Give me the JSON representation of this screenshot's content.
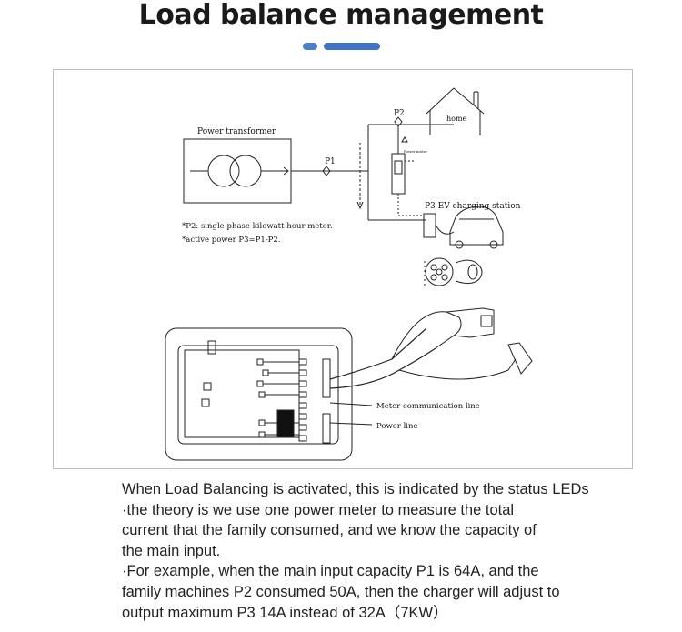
{
  "header": {
    "title": "Load balance management",
    "accent_color": "#3f73c8"
  },
  "diagram": {
    "transformer_label": "Power transformer",
    "p1_label": "P1",
    "p2_label": "P2",
    "home_label": "home",
    "meter_small_label": "Power meter",
    "station_label": "P3 EV charging station",
    "note_p2": "*P2: single-phase kilowatt-hour meter.",
    "note_active": "*active power P3=P1-P2.",
    "meter_line_label": "Meter communication line",
    "power_line_label": "Power line"
  },
  "description": {
    "lines": [
      "When Load Balancing is activated, this is indicated by the status LEDs",
      "·the theory is we use one power meter to measure the total",
      "current that the family consumed, and we know the capacity of",
      "the main input.",
      "·For example, when the main input capacity P1 is 64A, and the",
      "family machines P2 consumed 50A, then the charger will adjust to",
      "output maximum P3 14A instead of 32A（7KW）"
    ]
  }
}
